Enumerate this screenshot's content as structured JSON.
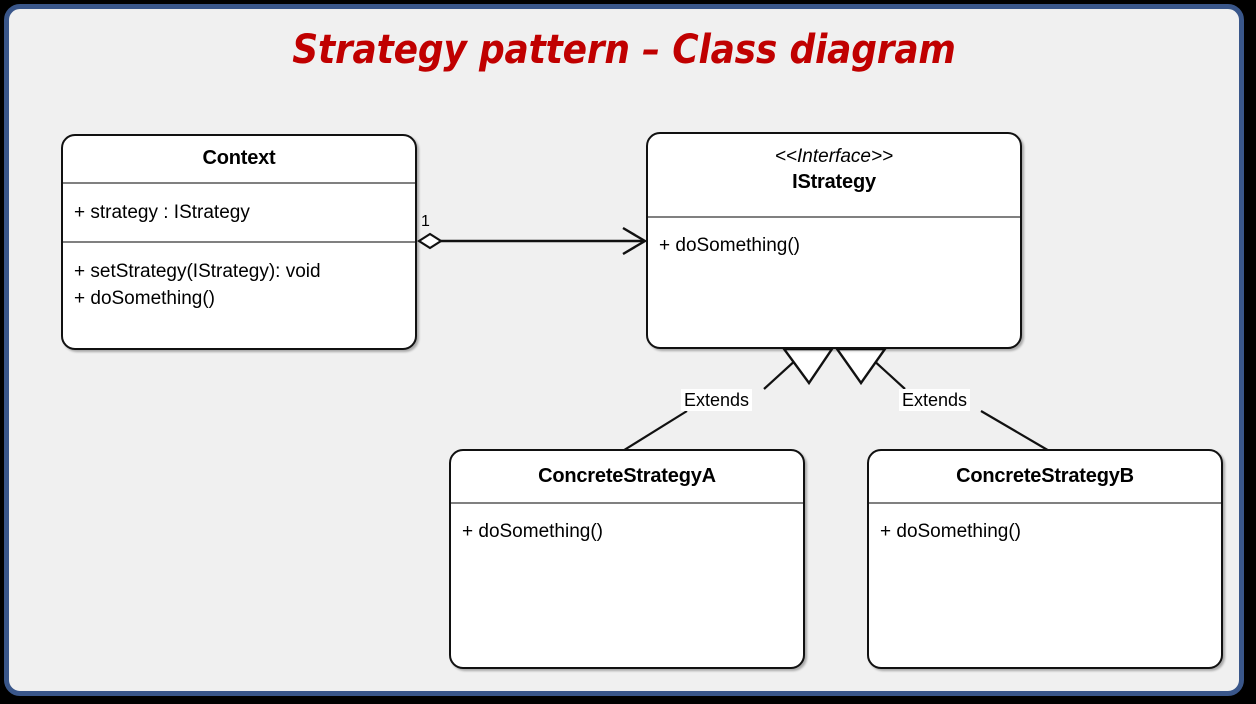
{
  "slide": {
    "title": "Strategy pattern – Class diagram",
    "background_color": "#F0F0F0",
    "frame_color": "#39568A",
    "title_color": "#C00000"
  },
  "diagram": {
    "type": "uml-class-diagram",
    "classes": [
      {
        "id": "context",
        "name": "Context",
        "stereotype": "",
        "attributes": [
          "+ strategy : IStrategy"
        ],
        "operations": [
          "+ setStrategy(IStrategy): void",
          "+ doSomething()"
        ]
      },
      {
        "id": "istrategy",
        "name": "IStrategy",
        "stereotype": "<<Interface>>",
        "attributes": [],
        "operations": [
          "+ doSomething()"
        ]
      },
      {
        "id": "concrete_a",
        "name": "ConcreteStrategyA",
        "stereotype": "",
        "attributes": [],
        "operations": [
          "+ doSomething()"
        ]
      },
      {
        "id": "concrete_b",
        "name": "ConcreteStrategyB",
        "stereotype": "",
        "attributes": [],
        "operations": [
          "+ doSomething()"
        ]
      }
    ],
    "relations": [
      {
        "id": "rel_context_istrategy",
        "kind": "aggregation",
        "from": "context",
        "to": "istrategy",
        "source_multiplicity": "1",
        "label": ""
      },
      {
        "id": "rel_a_istrategy",
        "kind": "generalization",
        "from": "concrete_a",
        "to": "istrategy",
        "source_multiplicity": "",
        "label": "Extends"
      },
      {
        "id": "rel_b_istrategy",
        "kind": "generalization",
        "from": "concrete_b",
        "to": "istrategy",
        "source_multiplicity": "",
        "label": "Extends"
      }
    ]
  }
}
